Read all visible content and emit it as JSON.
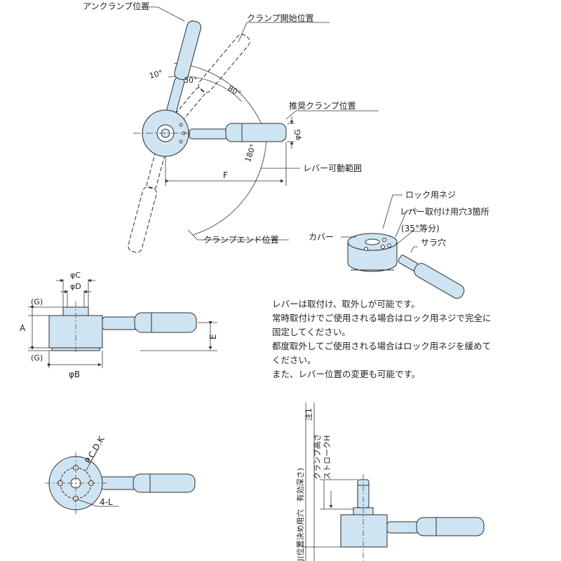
{
  "colors": {
    "part_fill": "#cfe4f3",
    "part_stroke": "#2b2b2b",
    "dim_line": "#333333"
  },
  "top_view": {
    "unclamp_position": "アンクランプ位置",
    "clamp_start_position": "クランプ開始位置",
    "recommended_clamp_position": "推奨クランプ位置",
    "lever_movable_range": "レバー可動範囲",
    "clamp_end_position": "クランプエンド位置",
    "angle_10": "10°",
    "angle_30": "30°",
    "angle_80": "80°",
    "angle_180": "180°",
    "dim_f": "F",
    "dim_phi_g": "φG"
  },
  "detail_view": {
    "lock_screw": "ロック用ネジ",
    "lever_holes": "レバー取付け用穴3箇所",
    "angle_equal": "(35°等分)",
    "countersink": "サラ穴",
    "cover": "カバー"
  },
  "side_view": {
    "dim_phi_c": "φC",
    "dim_phi_d": "φD",
    "dim_g_top": "(G)",
    "dim_g_bottom": "(G)",
    "dim_a": "A",
    "dim_e": "E",
    "dim_phi_b": "φB"
  },
  "bottom_view": {
    "pcd": "P.C.D.K",
    "holes": "4-L"
  },
  "stroke_view": {
    "positioning_hole": "J(位置決め用穴　有効深さ)",
    "note_1": "注1",
    "clamp_height": "クランプ高さ",
    "stroke": "ストロークH"
  },
  "notes": [
    "レバーは取付け、取外しが可能です。",
    "常時取付けでご使用される場合はロック用ネジで完全に",
    "固定してください。",
    "都度取外してご使用される場合はロック用ネジを緩めて",
    "ください。",
    "また、レバー位置の変更も可能です。"
  ]
}
